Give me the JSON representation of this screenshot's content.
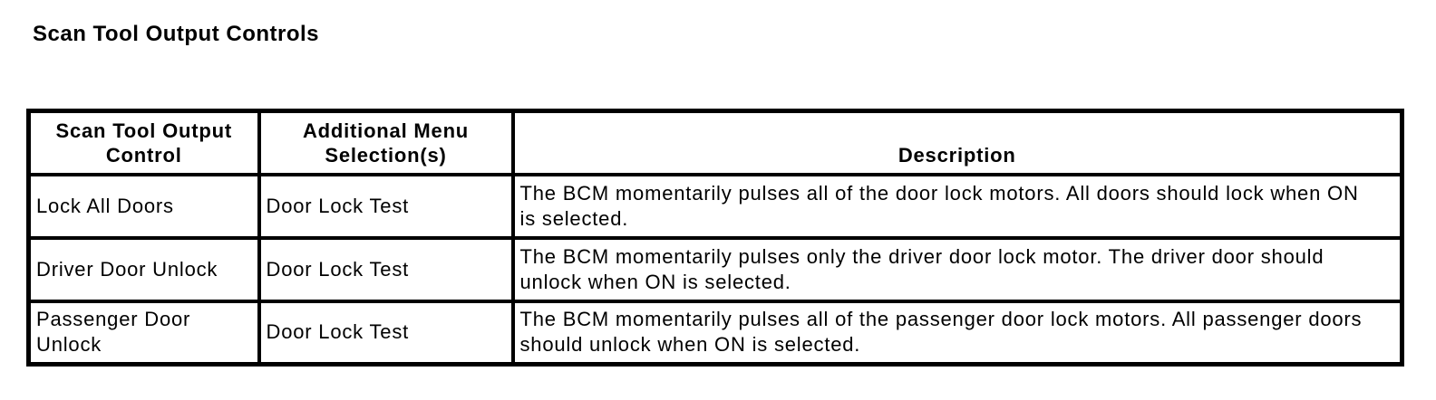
{
  "page": {
    "title": "Scan Tool Output Controls"
  },
  "table": {
    "columns": [
      {
        "label": "Scan Tool Output Control"
      },
      {
        "label": "Additional Menu Selection(s)"
      },
      {
        "label": "Description"
      }
    ],
    "rows": [
      {
        "control": "Lock All Doors",
        "menu_selection": "Door Lock Test",
        "description": "The BCM momentarily pulses all of the door lock motors. All doors should lock when ON is selected."
      },
      {
        "control": "Driver Door Unlock",
        "menu_selection": "Door Lock Test",
        "description": "The BCM momentarily pulses only the driver door lock motor. The driver door should unlock when ON is selected."
      },
      {
        "control": "Passenger Door Unlock",
        "menu_selection": "Door Lock Test",
        "description": "The BCM momentarily pulses all of the passenger door lock motors. All passenger doors should unlock when ON is selected."
      }
    ]
  },
  "colors": {
    "text": "#000000",
    "border": "#000000",
    "background": "#ffffff"
  }
}
